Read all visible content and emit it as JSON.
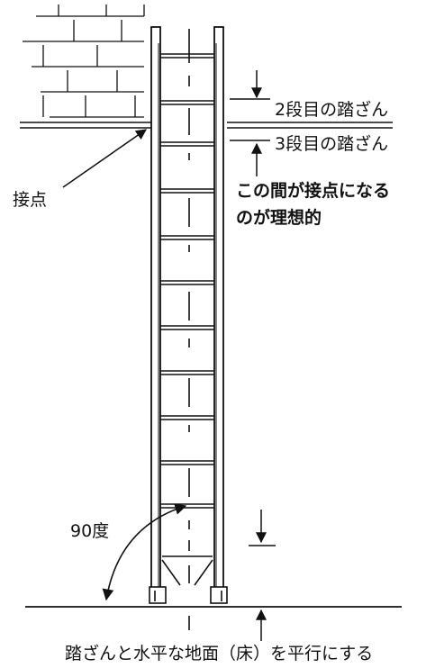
{
  "labels": {
    "rung2": "2段目の踏ざん",
    "rung3": "3段目の踏ざん",
    "contact_ideal_line1": "この間が接点になる",
    "contact_ideal_line2": "のが理想的",
    "contact": "接点",
    "angle": "90度",
    "bottom_caption": "踏ざんと水平な地面（床）を平行にする"
  },
  "colors": {
    "ink": "#111111",
    "background": "#ffffff"
  }
}
